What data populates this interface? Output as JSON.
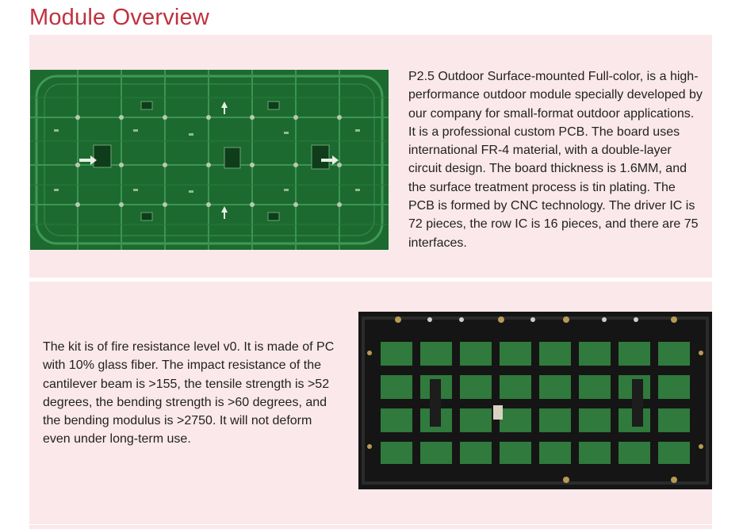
{
  "page": {
    "title": "Module Overview"
  },
  "sections": [
    {
      "text": "P2.5 Outdoor Surface-mounted Full-color, is a high-performance outdoor module specially developed by our company for small-format outdoor applications. It is a professional custom PCB. The board uses international FR-4 material, with a double-layer circuit design. The board thickness is 1.6MM, and the surface treatment process is tin plating. The PCB is formed by CNC technology. The driver IC is 72 pieces, the row IC is 16 pieces, and there are 75 interfaces."
    },
    {
      "text": "The kit is of fire resistance level v0. It is made of PC with 10% glass fiber. The impact resistance of the cantilever beam is >155, the tensile strength is >52 degrees, the bending strength is >60 degrees, and the bending modulus is >2750. It will not deform even under long-term use."
    }
  ],
  "colors": {
    "title": "#c0313f",
    "panel_background": "#fbe8ea",
    "pcb_green": "#1c6a30",
    "module_black": "#151515"
  }
}
